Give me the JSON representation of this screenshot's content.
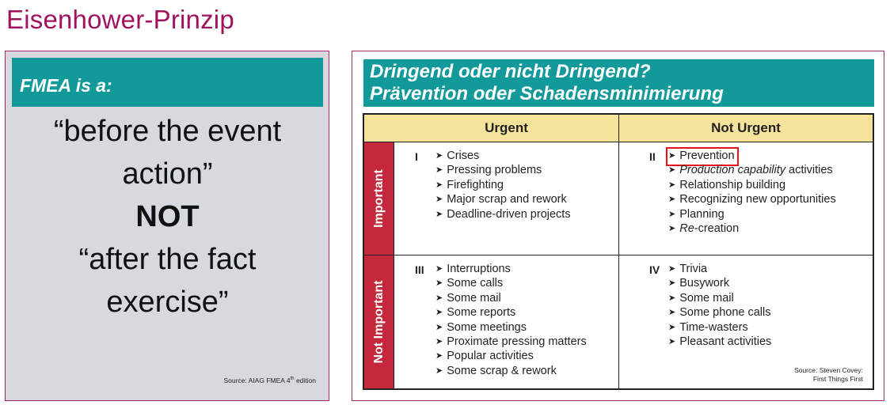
{
  "page_title": "Eisenhower-Prinzip",
  "left_panel": {
    "header": "FMEA is a:",
    "line1": "“before the event",
    "line2": "action”",
    "line3": "NOT",
    "line4": "“after the fact",
    "line5": "exercise”",
    "source_main": "Source: AIAG FMEA 4",
    "source_sup": "th",
    "source_tail": " edition"
  },
  "right_panel": {
    "header_line1": "Dringend oder nicht Dringend?",
    "header_line2": "Prävention oder Schadensminimierung",
    "matrix": {
      "col_urgent": "Urgent",
      "col_not_urgent": "Not Urgent",
      "row_important": "Important",
      "row_not_important": "Not Important",
      "q1": {
        "roman": "I",
        "items": [
          "Crises",
          "Pressing problems",
          "Firefighting",
          "Major scrap and rework",
          "Deadline-driven projects"
        ]
      },
      "q2": {
        "roman": "II",
        "items": [
          "Prevention",
          "Production capability",
          " activities",
          "Relationship building",
          "Recognizing new opportunities",
          "Planning",
          "Re",
          "-creation"
        ]
      },
      "q3": {
        "roman": "III",
        "items": [
          "Interruptions",
          "Some calls",
          "Some mail",
          "Some reports",
          "Some meetings",
          "Proximate pressing matters",
          "Popular activities",
          "Some scrap & rework"
        ]
      },
      "q4": {
        "roman": "IV",
        "items": [
          "Trivia",
          "Busywork",
          "Some mail",
          "Some phone calls",
          "Time-wasters",
          "Pleasant activities"
        ]
      }
    },
    "source_line1": "Source: Steven Covey:",
    "source_line2": "First Things First"
  },
  "colors": {
    "title": "#a0125f",
    "teal": "#12999a",
    "panel_border": "#a3286a",
    "left_bg": "#d6dadf",
    "matrix_header": "#f5e39c",
    "row_header": "#c4283a",
    "highlight_box": "#e8101a"
  }
}
